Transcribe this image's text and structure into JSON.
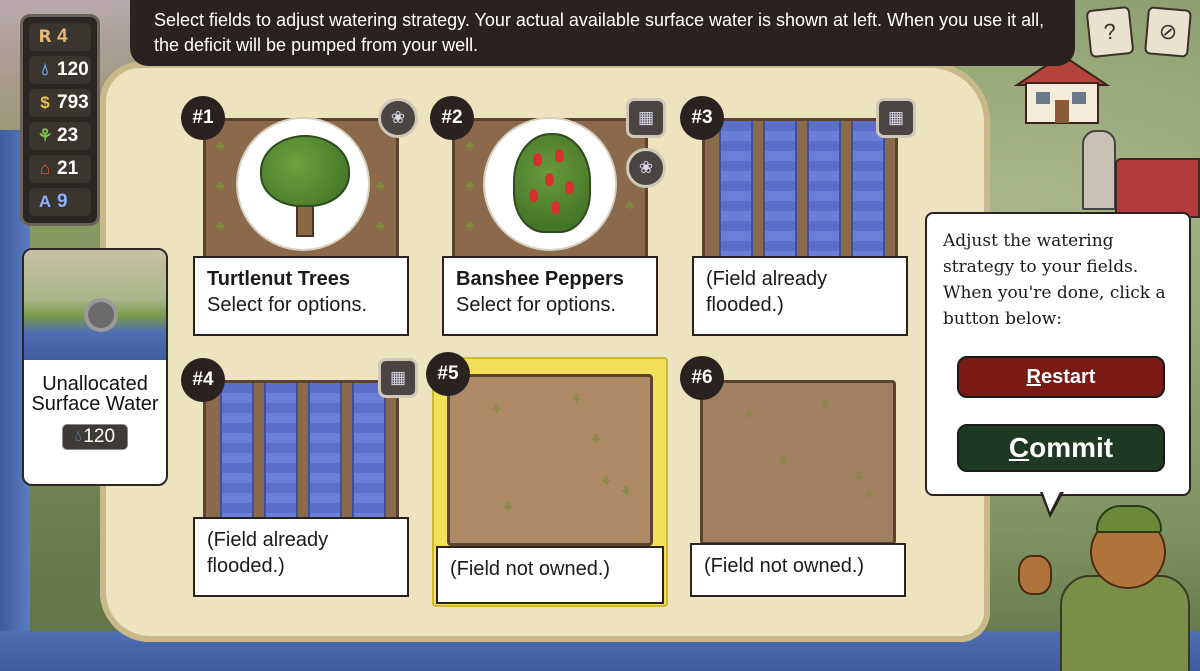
{
  "banner": {
    "instructions": "Select fields to adjust watering strategy. Your actual available surface water is shown at left. When you use it all, the deficit will be pumped from your well."
  },
  "corner_buttons": [
    {
      "icon": "help-card-icon",
      "glyph": "?"
    },
    {
      "icon": "no-leaf-icon",
      "glyph": "⊘"
    }
  ],
  "stats": {
    "round": {
      "prefix": "R",
      "value": "4"
    },
    "water": {
      "icon": "water-drop-icon",
      "value": "120"
    },
    "money": {
      "icon": "money-bag-icon",
      "value": "793"
    },
    "crops": {
      "icon": "sprout-icon",
      "value": "23"
    },
    "community": {
      "icon": "house-icon",
      "value": "21"
    },
    "agent": {
      "prefix": "A",
      "value": "9"
    }
  },
  "unallocated": {
    "label": "Unallocated Surface Water",
    "value": "120",
    "icon": "water-drop-icon"
  },
  "fields": [
    {
      "num": "#1",
      "title": "Turtlenut Trees",
      "subtitle": "Select for options.",
      "state": "crop-tree",
      "tools": [
        "sprinkler-icon"
      ]
    },
    {
      "num": "#2",
      "title": "Banshee Peppers",
      "subtitle": "Select for options.",
      "state": "crop-pepper",
      "tools": [
        "solar-panel-icon",
        "sprinkler-icon"
      ]
    },
    {
      "num": "#3",
      "title": "",
      "subtitle": "(Field already flooded.)",
      "state": "flooded",
      "tools": [
        "solar-panel-icon"
      ]
    },
    {
      "num": "#4",
      "title": "",
      "subtitle": "(Field already flooded.)",
      "state": "flooded",
      "tools": [
        "solar-panel-icon"
      ]
    },
    {
      "num": "#5",
      "title": "",
      "subtitle": "(Field not owned.)",
      "state": "dirt-selected",
      "tools": []
    },
    {
      "num": "#6",
      "title": "",
      "subtitle": "(Field not owned.)",
      "state": "dirt",
      "tools": []
    }
  ],
  "dialog": {
    "text": "Adjust the watering strategy to your fields. When you're done, click a button below:",
    "restart_first": "R",
    "restart_rest": "estart",
    "commit_first": "C",
    "commit_rest": "ommit"
  },
  "colors": {
    "banner_bg": "#2a2220",
    "restart": "#7a1a14",
    "commit": "#1f3a22",
    "selection": "#f3df5a",
    "water": "#5b6fc8"
  }
}
